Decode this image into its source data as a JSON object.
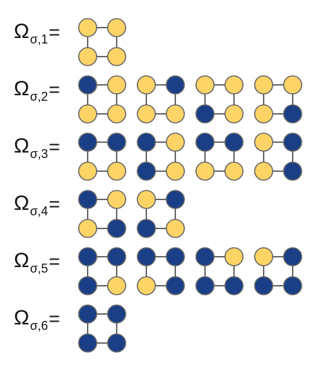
{
  "colors": {
    "occupied": "#1b3f86",
    "empty": "#fed466",
    "edge": "#666666"
  },
  "rows": [
    {
      "symbol": "Ω",
      "subscript": "σ,1",
      "equals": "=",
      "configs": [
        [
          "empty",
          "empty",
          "empty",
          "empty"
        ]
      ]
    },
    {
      "symbol": "Ω",
      "subscript": "σ,2",
      "equals": "=",
      "configs": [
        [
          "occupied",
          "empty",
          "empty",
          "empty"
        ],
        [
          "empty",
          "occupied",
          "empty",
          "empty"
        ],
        [
          "empty",
          "empty",
          "occupied",
          "empty"
        ],
        [
          "empty",
          "empty",
          "empty",
          "occupied"
        ]
      ]
    },
    {
      "symbol": "Ω",
      "subscript": "σ,3",
      "equals": "=",
      "configs": [
        [
          "occupied",
          "occupied",
          "empty",
          "empty"
        ],
        [
          "occupied",
          "empty",
          "occupied",
          "empty"
        ],
        [
          "occupied",
          "occupied",
          "empty",
          "empty"
        ],
        [
          "empty",
          "occupied",
          "empty",
          "occupied"
        ]
      ]
    },
    {
      "symbol": "Ω",
      "subscript": "σ,4",
      "equals": "=",
      "configs": [
        [
          "occupied",
          "empty",
          "empty",
          "occupied"
        ],
        [
          "empty",
          "occupied",
          "occupied",
          "empty"
        ]
      ]
    },
    {
      "symbol": "Ω",
      "subscript": "σ,5",
      "equals": "=",
      "configs": [
        [
          "occupied",
          "occupied",
          "occupied",
          "empty"
        ],
        [
          "occupied",
          "occupied",
          "empty",
          "occupied"
        ],
        [
          "occupied",
          "empty",
          "occupied",
          "occupied"
        ],
        [
          "empty",
          "occupied",
          "occupied",
          "occupied"
        ]
      ]
    },
    {
      "symbol": "Ω",
      "subscript": "σ,6",
      "equals": "=",
      "configs": [
        [
          "occupied",
          "occupied",
          "occupied",
          "occupied"
        ]
      ]
    }
  ]
}
